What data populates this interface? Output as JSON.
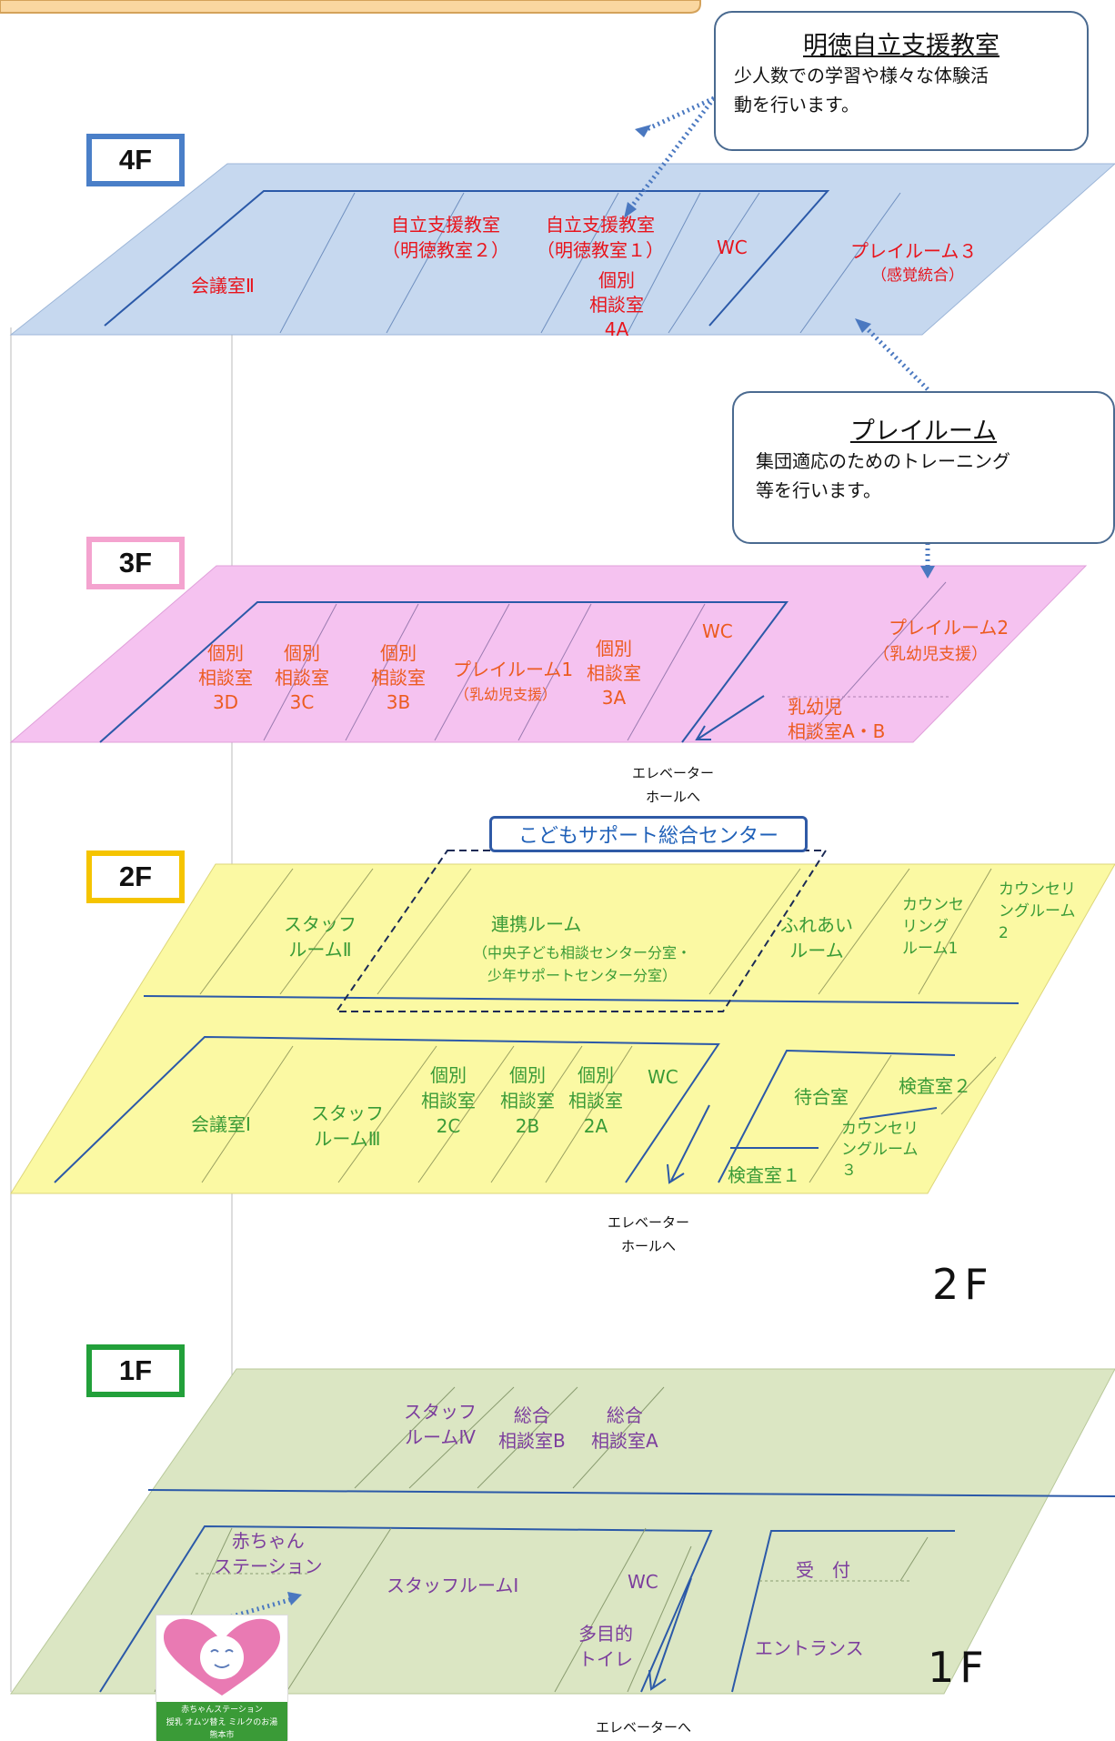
{
  "colors": {
    "floor4": "#c6d8ef",
    "floor3": "#f5c2f0",
    "floor2": "#fbf9a3",
    "floor1": "#dbe6c3",
    "border4": "#4a7fc8",
    "border3": "#f4a3cf",
    "border2": "#f5c400",
    "border1": "#22a03a"
  },
  "floors": {
    "f4": "4F",
    "f3": "3F",
    "f2": "2F",
    "f1": "1F"
  },
  "callouts": {
    "meitoku": {
      "title": "明徳自立支援教室",
      "body": [
        "少人数での学習や様々な体験活",
        "動を行います。"
      ]
    },
    "play": {
      "title": "プレイルーム",
      "body": [
        "集団適応のためのトレーニング",
        "等を行います。"
      ]
    }
  },
  "rooms4": {
    "kaigi2": "会議室Ⅱ",
    "jiritsu2": [
      "自立支援教室",
      "（明徳教室２）"
    ],
    "jiritsu1": [
      "自立支援教室",
      "（明徳教室１）"
    ],
    "wc": "WC",
    "play3": "プレイルーム３",
    "play3sub": "（感覚統合）",
    "kobetsu4a": [
      "個別",
      "相談室",
      "4A"
    ]
  },
  "rooms3": {
    "k3d": [
      "個別",
      "相談室",
      "3D"
    ],
    "k3c": [
      "個別",
      "相談室",
      "3C"
    ],
    "k3b": [
      "個別",
      "相談室",
      "3B"
    ],
    "play1": "プレイルーム1",
    "play1sub": "（乳幼児支援）",
    "k3a": [
      "個別",
      "相談室",
      "3A"
    ],
    "wc": "WC",
    "play2": "プレイルーム2",
    "play2sub": "（乳幼児支援）",
    "nyu": [
      "乳幼児",
      "相談室A・B"
    ]
  },
  "elevator3": [
    "エレベーター",
    "ホールへ"
  ],
  "center": "こどもサポート総合センター",
  "rooms2": {
    "staff2": [
      "スタッフ",
      "ルームⅡ"
    ],
    "renkei": "連携ルーム",
    "renkeisub": [
      "（中央子ども相談センター分室・",
      "少年サポートセンター分室）"
    ],
    "fureai": [
      "ふれあい",
      "ルーム"
    ],
    "counsel1": [
      "カウンセ",
      "リング",
      "ルーム1"
    ],
    "counsel2": [
      "カウンセリ",
      "ングルーム",
      "2"
    ],
    "kaigi1": "会議室Ⅰ",
    "staff3": [
      "スタッフ",
      "ルームⅢ"
    ],
    "k2c": [
      "個別",
      "相談室",
      "2C"
    ],
    "k2b": [
      "個別",
      "相談室",
      "2B"
    ],
    "k2a": [
      "個別",
      "相談室",
      "2A"
    ],
    "wc": "WC",
    "machiai": "待合室",
    "kensa2": "検査室２",
    "counsel3": [
      "カウンセリ",
      "ングルーム",
      "３"
    ],
    "kensa1": "検査室１"
  },
  "elevator2": [
    "エレベーター",
    "ホールへ"
  ],
  "label2f": "2F",
  "rooms1": {
    "staff4": [
      "スタッフ",
      "ルームⅣ"
    ],
    "sogoB": [
      "総合",
      "相談室B"
    ],
    "sogoA": [
      "総合",
      "相談室A"
    ],
    "akachan": [
      "赤ちゃん",
      "ステーション"
    ],
    "staff1": "スタッフルームⅠ",
    "wc": "WC",
    "tamokuteki": [
      "多目的",
      "トイレ"
    ],
    "uketsuke": "受　付",
    "entrance": "エントランス"
  },
  "elevator1": "エレベーターへ",
  "label1f": "1F",
  "akachan_sign": {
    "title": "赤ちゃんステーション",
    "items": [
      "授乳",
      "オムツ替え",
      "ミルクのお湯"
    ],
    "city": "熊本市"
  }
}
